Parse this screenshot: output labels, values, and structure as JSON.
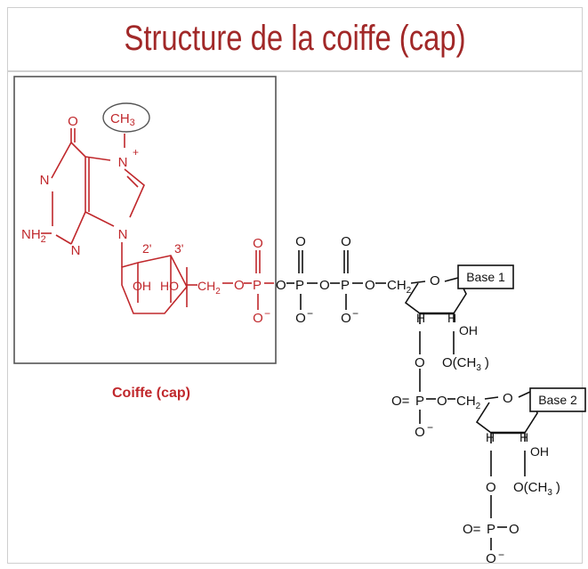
{
  "title": "Structure de la coiffe (cap)",
  "cap_label": "Coiffe (cap)",
  "colors": {
    "title": "#a12828",
    "cap": "#c0282c",
    "structure": "#111111"
  },
  "atoms": {
    "O": "O",
    "N": "N",
    "NH2_base": "NH",
    "sub_2": "2",
    "CH3_base": "CH",
    "sub_3": "3",
    "plus": "+",
    "OH": "OH",
    "HO": "HO",
    "H": "H",
    "P": "P",
    "O_minus": "O",
    "minus": "−",
    "CH2_link": "CH",
    "O_equals": "O=",
    "OCH3_base": "O(CH",
    "paren_close": ")"
  },
  "primes": {
    "two": "2'",
    "three": "3'"
  },
  "bases": {
    "base1": "Base 1",
    "base2": "Base 2"
  }
}
